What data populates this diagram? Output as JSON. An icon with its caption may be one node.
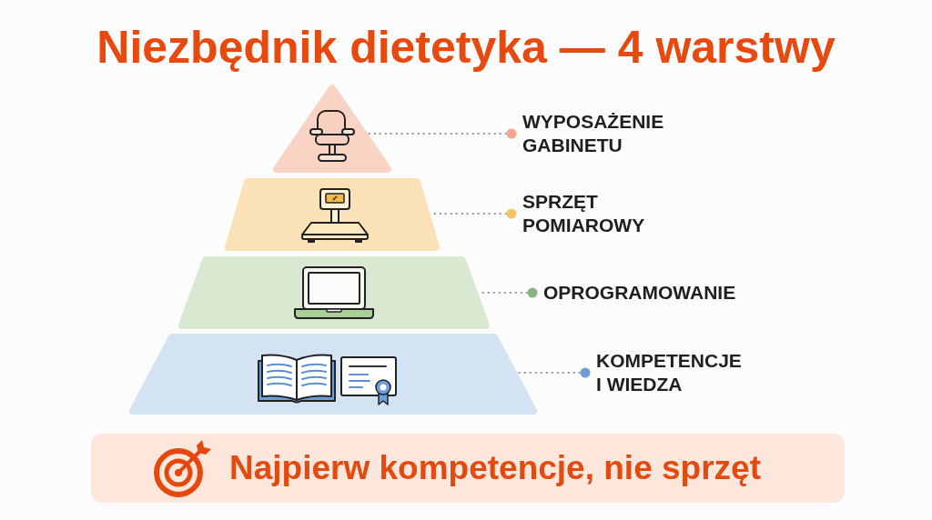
{
  "diagram": {
    "title": "Niezbędnik dietetyka — 4 warstwy",
    "nodes": [
      {
        "text": [],
        "shape": "triangle"
      },
      {
        "text": [
          "WYPOSAŻENIE GABINETU"
        ]
      },
      {
        "text": [],
        "shape": "trapezoid"
      },
      {
        "text": [
          "SPRZĘT POMIAROWY"
        ]
      },
      {
        "text": [],
        "shape": "trapezoid"
      },
      {
        "text": [
          "OPROGRAMOWANIE"
        ]
      },
      {
        "text": [],
        "shape": "trapezoid"
      },
      {
        "text": [
          "KOMPETENCJE I WIEDZA"
        ]
      },
      {
        "text": [
          "Najpierw kompetencje, nie sprzęt"
        ]
      }
    ],
    "edges": [
      {
        "from": 1,
        "to": 0,
        "arrow": "other",
        "style": "dashed"
      },
      {
        "from": 3,
        "to": 2,
        "arrow": "other",
        "style": "dashed"
      },
      {
        "from": 5,
        "to": 4,
        "arrow": "other",
        "style": "dashed"
      },
      {
        "from": 7,
        "to": 6,
        "arrow": "other",
        "style": "dashed"
      }
    ]
  }
}
